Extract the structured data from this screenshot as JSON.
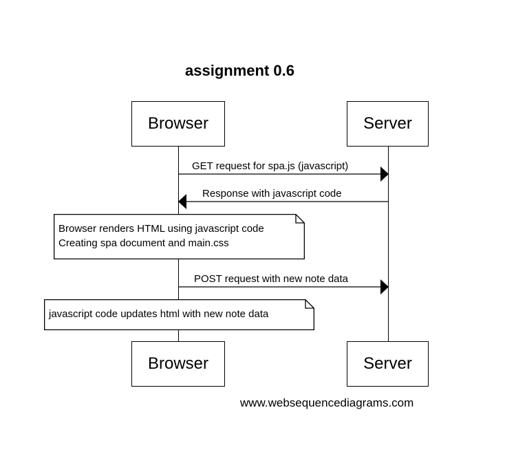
{
  "diagram": {
    "title": "assignment 0.6",
    "participants": {
      "browser": "Browser",
      "server": "Server"
    },
    "messages": [
      {
        "from": "Browser",
        "to": "Server",
        "label": "GET request for spa.js (javascript)"
      },
      {
        "from": "Server",
        "to": "Browser",
        "label": "Response with javascript code"
      },
      {
        "from": "Browser",
        "to": "Server",
        "label": "POST request with new note data"
      }
    ],
    "notes": [
      {
        "lines": [
          "Browser renders HTML using javascript code",
          "Creating spa document and main.css"
        ]
      },
      {
        "lines": [
          "javascript code updates html with new note data"
        ]
      }
    ],
    "footer": "www.websequencediagrams.com"
  }
}
